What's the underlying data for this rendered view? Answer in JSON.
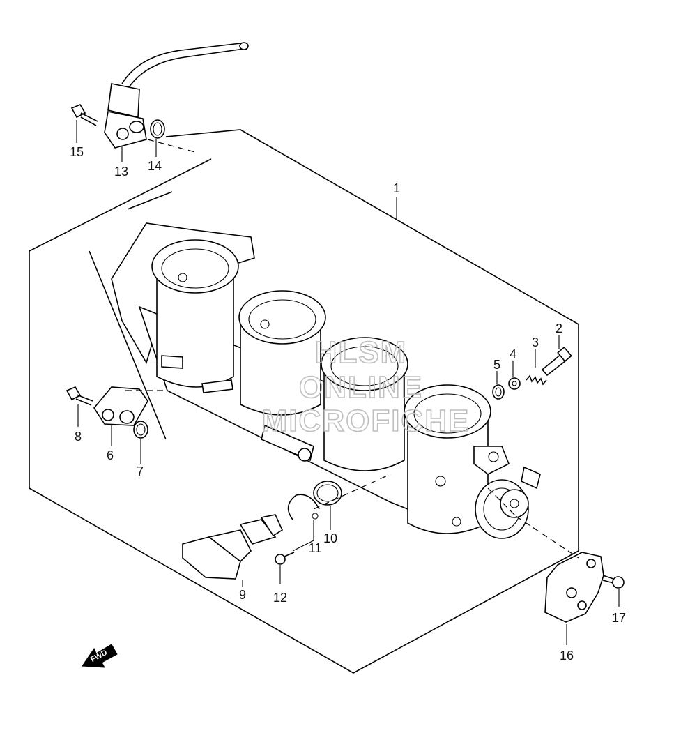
{
  "watermark": {
    "line1": "HLSM",
    "line2": "ONLINE",
    "line3": "MICROFICHE"
  },
  "direction_marker": {
    "label": "FWD"
  },
  "callouts": {
    "p1": "1",
    "p2": "2",
    "p3": "3",
    "p4": "4",
    "p5": "5",
    "p6": "6",
    "p7": "7",
    "p8": "8",
    "p9": "9",
    "p10": "10",
    "p11": "11",
    "p12": "12",
    "p13": "13",
    "p14": "14",
    "p15": "15",
    "p16": "16",
    "p17": "17"
  }
}
